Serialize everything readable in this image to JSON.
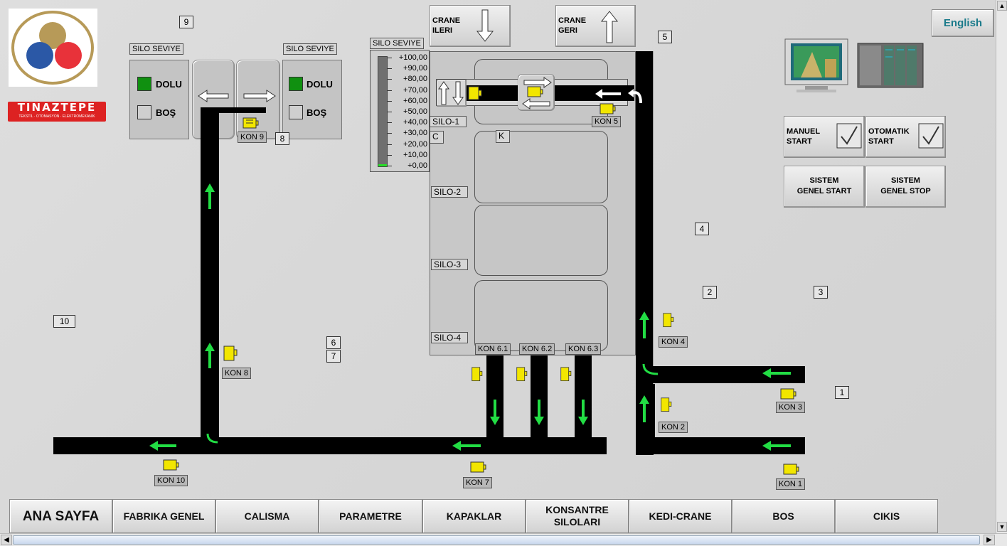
{
  "language_button": "English",
  "logo": {
    "brand": "TINAZTEPE",
    "tagline": "TEKSTİL · OTOMASYON · ELEKTROMEKANİK"
  },
  "silo_level_left": {
    "title": "SILO SEVIYE",
    "full": "DOLU",
    "empty": "BOŞ"
  },
  "silo_level_right": {
    "title": "SILO SEVIYE",
    "full": "DOLU",
    "empty": "BOŞ"
  },
  "silo_gauge": {
    "title": "SILO SEVIYE",
    "ticks": [
      "+100,00",
      "+90,00",
      "+80,00",
      "+70,00",
      "+60,00",
      "+50,00",
      "+40,00",
      "+30,00",
      "+20,00",
      "+10,00",
      "+0,00"
    ],
    "level_fraction": 0.02
  },
  "crane": {
    "forward": "CRANE\nILERI",
    "back": "CRANE\nGERI"
  },
  "silos": {
    "s1": "SILO-1",
    "s2": "SILO-2",
    "s3": "SILO-3",
    "s4": "SILO-4",
    "c": "C",
    "k": "K"
  },
  "conveyors": {
    "kon1": "KON 1",
    "kon2": "KON 2",
    "kon3": "KON 3",
    "kon4": "KON 4",
    "kon5": "KON 5",
    "kon61": "KON 6.1",
    "kon62": "KON 6.2",
    "kon63": "KON 6.3",
    "kon7": "KON 7",
    "kon8": "KON 8",
    "kon9": "KON 9",
    "kon10": "KON 10"
  },
  "markers": {
    "m1": "1",
    "m2": "2",
    "m3": "3",
    "m4": "4",
    "m5": "5",
    "m6": "6",
    "m7": "7",
    "m8": "8",
    "m9": "9",
    "m10": "10"
  },
  "controls": {
    "manual": "MANUEL\nSTART",
    "auto": "OTOMATIK\nSTART",
    "sys_start": "SISTEM\nGENEL START",
    "sys_stop": "SISTEM\nGENEL STOP"
  },
  "nav": [
    "ANA SAYFA",
    "FABRIKA GENEL",
    "CALISMA",
    "PARAMETRE",
    "KAPAKLAR",
    "KONSANTRE\nSILOLARI",
    "KEDI-CRANE",
    "BOS",
    "CIKIS"
  ],
  "colors": {
    "belt": "#000000",
    "arrow": "#22dd44",
    "full_on": "#109010",
    "motor": "#f2e600"
  }
}
